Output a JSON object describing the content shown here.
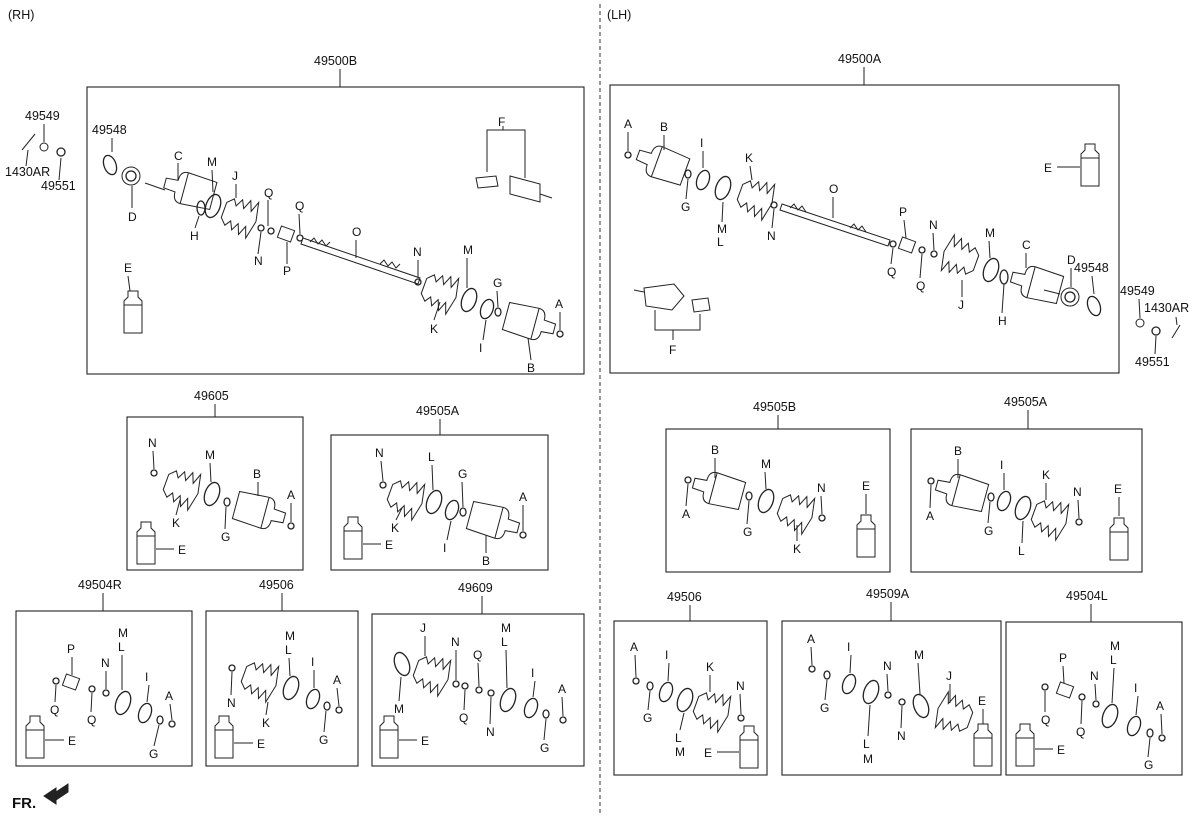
{
  "sides": {
    "rh": "(RH)",
    "lh": "(LH)"
  },
  "front_label": "FR.",
  "extras": {
    "n49549": "49549",
    "n1430AR": "1430AR",
    "n49551": "49551"
  },
  "assemblies": {
    "rh_main": "49500B",
    "lh_main": "49500A",
    "rh_49605": "49605",
    "rh_49505A": "49505A",
    "lh_49505B": "49505B",
    "lh_49505A": "49505A",
    "rh_49504R": "49504R",
    "rh_49506": "49506",
    "rh_49609": "49609",
    "lh_49506": "49506",
    "lh_49509A": "49509A",
    "lh_49504L": "49504L"
  },
  "letters": {
    "A": "A",
    "B": "B",
    "C": "C",
    "D": "D",
    "E": "E",
    "F": "F",
    "G": "G",
    "H": "H",
    "I": "I",
    "J": "J",
    "K": "K",
    "L": "L",
    "M": "M",
    "N": "N",
    "O": "O",
    "P": "P",
    "Q": "Q"
  },
  "part_49548": "49548"
}
